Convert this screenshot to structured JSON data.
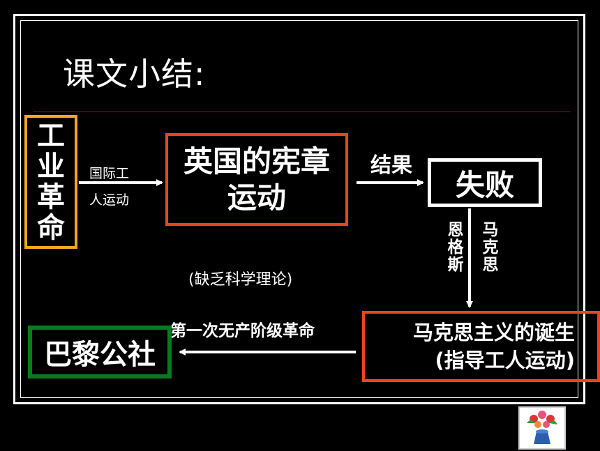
{
  "title": "课文小结:",
  "nodes": {
    "industrial_revolution": [
      "工",
      "业",
      "革",
      "命"
    ],
    "chartist_movement": [
      "英国的宪章",
      "运动"
    ],
    "failure": "失败",
    "marxism": [
      "马克思主义的诞生",
      "(指导工人运动)"
    ],
    "paris_commune": "巴黎公社"
  },
  "edges": {
    "intl_labor": [
      "国际工",
      "人运动"
    ],
    "result": "结果",
    "engels": [
      "恩",
      "格",
      "斯"
    ],
    "marx": [
      "马",
      "克",
      "思"
    ],
    "first_revolution": "第一次无产阶级革命"
  },
  "note": "(缺乏科学理论)",
  "colors": {
    "background": "#000000",
    "orange": "#f5a623",
    "red": "#e8471c",
    "green": "#0a7a1e",
    "white": "#ffffff"
  },
  "icons": {
    "decoration": "flower-vase-icon"
  }
}
